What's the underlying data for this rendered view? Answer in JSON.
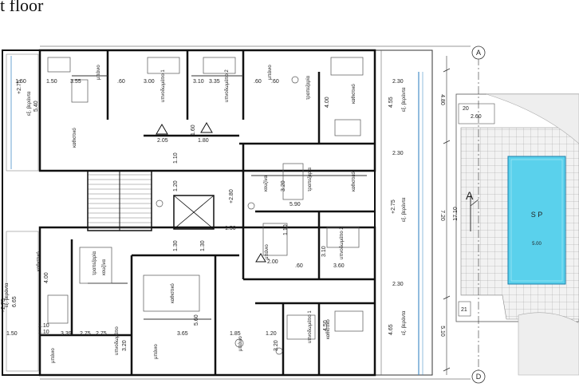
{
  "title": "t floor",
  "axis_markers": {
    "top": "A",
    "bottom": "D"
  },
  "section_marker": "A",
  "pool": {
    "label": "S P",
    "dim": "5.00"
  },
  "right_dims": {
    "upper": "4.80",
    "middle": "7.20",
    "lower": "5.10",
    "site": "17.10"
  },
  "pool_side": {
    "a": "20",
    "b": "2.60",
    "c": "21"
  },
  "left_dims": [
    "1.50",
    "5.40",
    "1.50",
    "6.65",
    "2.75",
    "1.10"
  ],
  "levels": [
    "+2.75",
    "+2.80",
    "+2.75",
    "+2.75"
  ],
  "dims_top": [
    "1.50",
    "3.55",
    ".60",
    "3.00",
    "3.10",
    "3.35",
    ".60",
    ".60",
    "2.30",
    "2.30",
    "2.30"
  ],
  "dims_mid": [
    "2.05",
    "1.60",
    "1.80",
    "1.10",
    "1.20",
    "1.50",
    "1.30",
    "1.30",
    "3.20",
    "5.90",
    "4.00",
    "4.55",
    "4.65",
    "3.10",
    "1.10",
    "2.00",
    ".60",
    "3.60"
  ],
  "dims_bottom": [
    "3.39",
    "2.75",
    "3.20",
    "3.65",
    "5.60",
    "1.85",
    "1.20",
    "3.20",
    "4.50",
    "4.00",
    "1.10"
  ],
  "greek": {
    "bath": "μπάνιο",
    "bedroom": "υπνοδωμάτιο",
    "bedroom1": "υπνοδωμάτιο 1",
    "bedroom2": "υπνοδωμάτιο 2",
    "living": "καθιστικό",
    "kitchen": "κουζίνα",
    "dining": "τραπεζαρία",
    "balcony": "εξ. βεράντα"
  }
}
